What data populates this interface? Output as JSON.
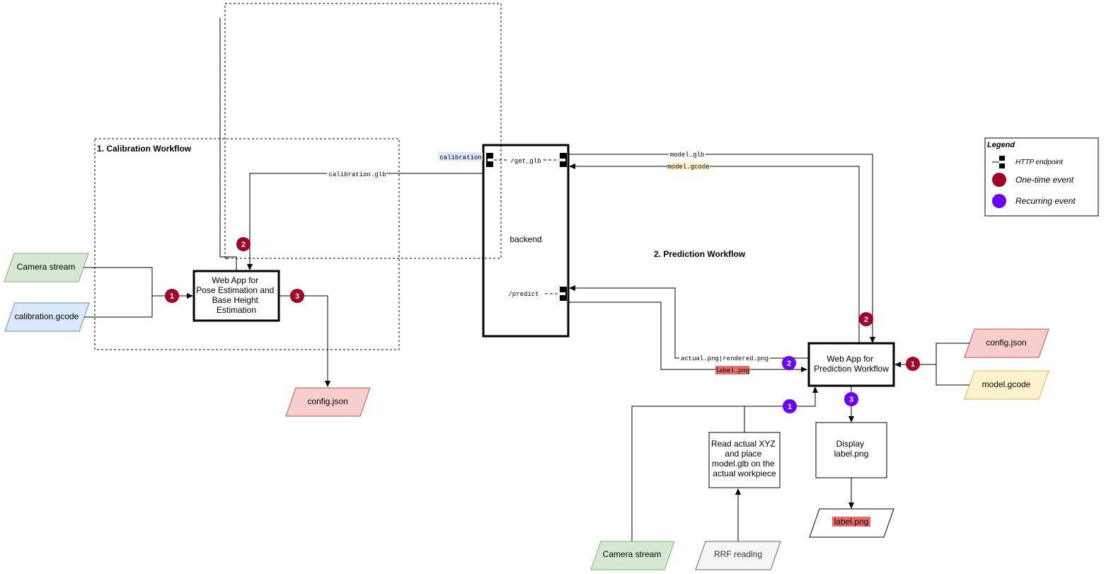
{
  "colors": {
    "one_time": "#a20025",
    "recurring": "#6a00ff",
    "green_fill": "#d5e8d4",
    "green_stroke": "#82b366",
    "blue_fill": "#dae8fc",
    "blue_stroke": "#6c8ebf",
    "red_fill": "#f8cecc",
    "red_stroke": "#b85450",
    "yellow_fill": "#fff2cc",
    "yellow_stroke": "#d6b656",
    "gray_fill": "#f5f5f5",
    "gray_stroke": "#666666",
    "label_red_highlight": "#ea6b66"
  },
  "groups": {
    "calibration": "1. Calibration Workflow",
    "prediction": "2. Prediction Workflow"
  },
  "inputs": {
    "camera_stream_1": "Camera stream",
    "calibration_gcode": "calibration.gcode",
    "config_json_out": "config.json",
    "config_json_in": "config.json",
    "model_gcode": "model.gcode",
    "camera_stream_2": "Camera stream",
    "rrf_reading": "RRF reading",
    "label_png_out": "label.png"
  },
  "boxes": {
    "pose_app": [
      "Web App for",
      "Pose Estimation and",
      "Base Height",
      "Estimation"
    ],
    "backend": "backend",
    "prediction_app": [
      "Web App for",
      "Prediction Workflow"
    ],
    "read_xyz": [
      "Read actual XYZ",
      "and place",
      "model.glb on the",
      "actual workpiece"
    ],
    "display": [
      "Display",
      "label.png"
    ]
  },
  "endpoints": {
    "get_glb": "/get_glb",
    "predict": "/predict",
    "calibration": "calibration"
  },
  "edges": {
    "calibration_glb": "calibration.glb",
    "model_glb": "model.glb",
    "model_gcode": "model.gcode",
    "actual_rendered": "actual.png|rendered.png",
    "label_png": "label.png"
  },
  "badges": {
    "b_cal_1": "1",
    "b_cal_2": "2",
    "b_cal_3": "3",
    "b_pred_1": "1",
    "b_pred_2": "2",
    "b_pred_3": "3",
    "b_pred_r1": "1",
    "b_pred_r2": "2"
  },
  "legend": {
    "title": "Legend",
    "http": "HTTP endpoint",
    "one_time": "One-time event",
    "recurring": "Recurring event"
  }
}
